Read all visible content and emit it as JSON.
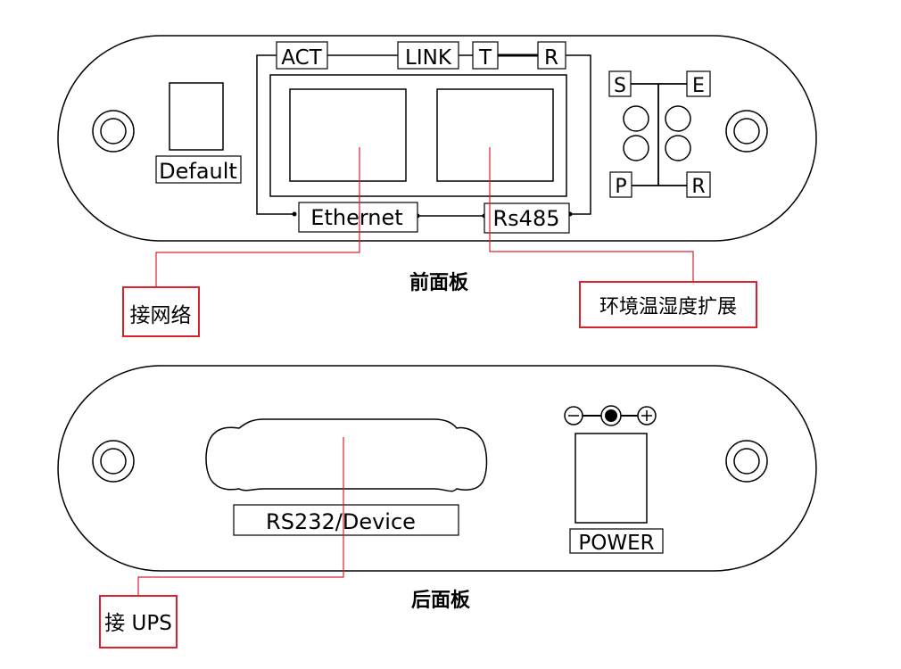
{
  "front_panel": {
    "title": "前面板",
    "default_label": "Default",
    "act_label": "ACT",
    "link_label": "LINK",
    "t_label": "T",
    "r_top_label": "R",
    "ethernet_label": "Ethernet",
    "rs485_label": "Rs485",
    "s_label": "S",
    "e_label": "E",
    "p_label": "P",
    "r_bottom_label": "R"
  },
  "rear_panel": {
    "title": "后面板",
    "rs232_label": "RS232/Device",
    "power_label": "POWER"
  },
  "callouts": {
    "network": "接网络",
    "env_sensor": "环境温湿度扩展",
    "ups": "接 UPS"
  },
  "colors": {
    "outline": "#000000",
    "callout": "#d9232d"
  }
}
